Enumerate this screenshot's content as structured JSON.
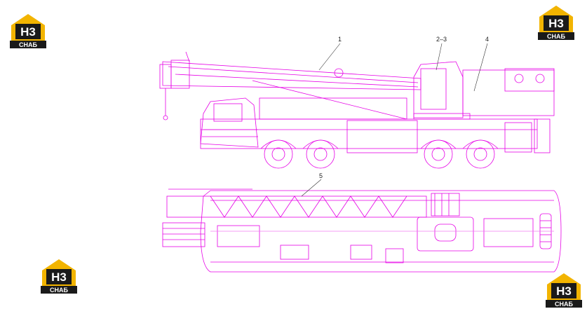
{
  "logo": {
    "mark": "H3",
    "caption": "СНАБ",
    "colors": {
      "accent": "#f2b400",
      "dark": "#1a1a1a",
      "light": "#ffffff"
    }
  },
  "callouts": [
    "1",
    "2–3",
    "4",
    "5"
  ],
  "colors": {
    "drawing": "#e600e6",
    "drawing_light": "#f07cf0",
    "leader": "#333333"
  }
}
